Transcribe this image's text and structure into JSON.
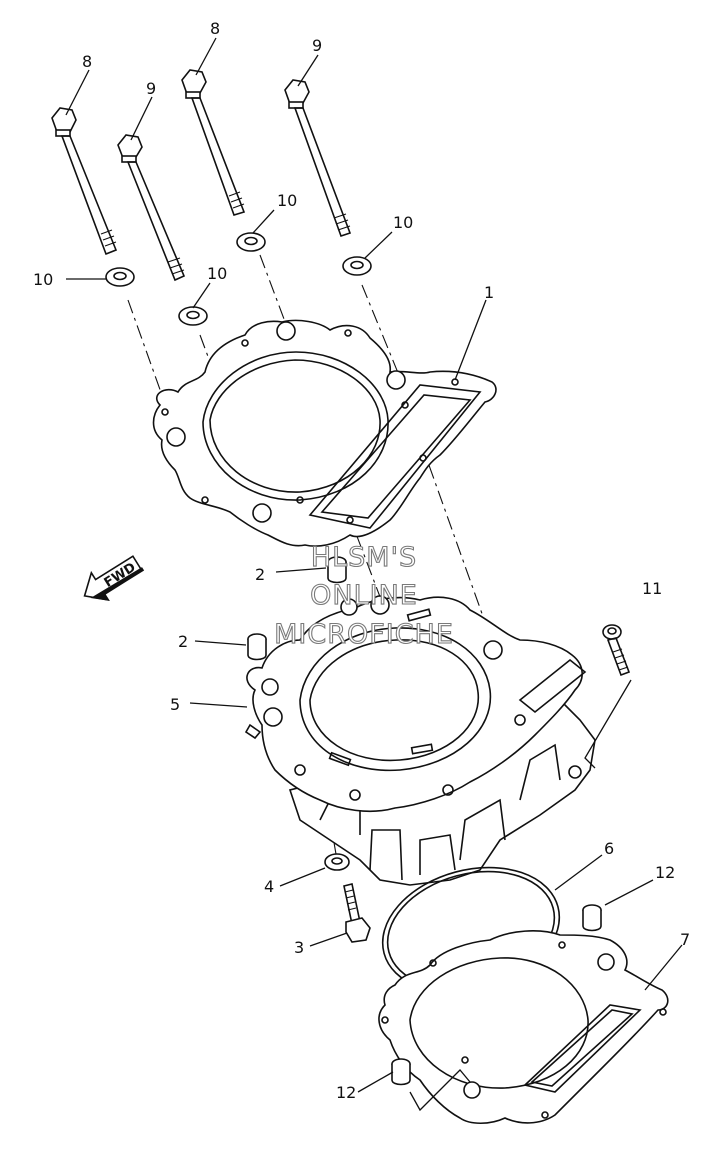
{
  "watermark": {
    "line1": "HLSM'S",
    "line2": "ONLINE",
    "line3": "MICROFICHE"
  },
  "direction_arrow": {
    "label": "FWD",
    "icon": "fwd-arrow-icon"
  },
  "callouts": {
    "c1": "1",
    "c2a": "2",
    "c2b": "2",
    "c3": "3",
    "c4": "4",
    "c5": "5",
    "c6": "6",
    "c7": "7",
    "c8a": "8",
    "c8b": "8",
    "c9a": "9",
    "c9b": "9",
    "c10a": "10",
    "c10b": "10",
    "c10c": "10",
    "c10d": "10",
    "c11": "11",
    "c12a": "12",
    "c12b": "12"
  },
  "colors": {
    "line": "#111111",
    "background": "#ffffff",
    "watermark": "#7a7a7a"
  }
}
